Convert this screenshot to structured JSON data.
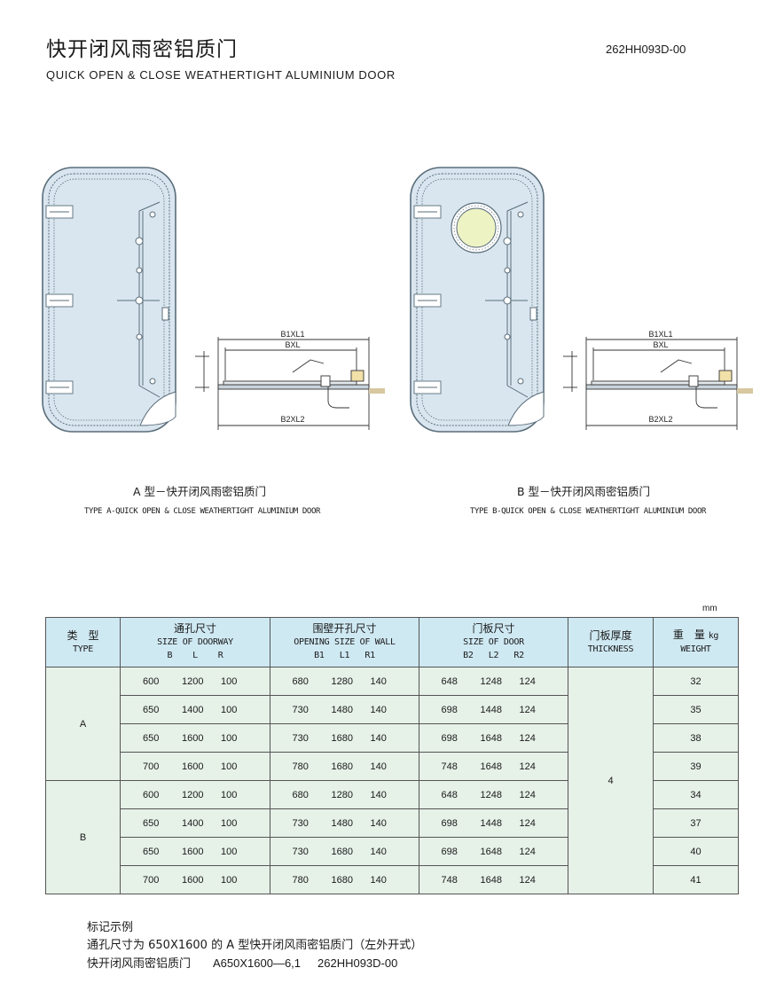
{
  "header": {
    "title_cn": "快开闭风雨密铝质门",
    "title_en": "QUICK OPEN & CLOSE WEATHERTIGHT ALUMINIUM DOOR",
    "drawing_no": "262HH093D-00"
  },
  "figures": {
    "a": {
      "caption_cn": "A 型－快开闭风雨密铝质门",
      "caption_en": "TYPE A-QUICK OPEN & CLOSE WEATHERTIGHT ALUMINIUM DOOR",
      "dim_top": "B1XL1",
      "dim_mid": "BXL",
      "dim_bot": "B2XL2"
    },
    "b": {
      "caption_cn": "B 型－快开闭风雨密铝质门",
      "caption_en": "TYPE B-QUICK OPEN & CLOSE WEATHERTIGHT ALUMINIUM DOOR",
      "dim_top": "B1XL1",
      "dim_mid": "BXL",
      "dim_bot": "B2XL2"
    }
  },
  "table": {
    "unit": "mm",
    "headers": {
      "type": {
        "cn": "类　型",
        "en": "TYPE"
      },
      "doorway": {
        "cn": "通孔尺寸",
        "en": "SIZE OF DOORWAY",
        "sub": [
          "B",
          "L",
          "R"
        ]
      },
      "opening": {
        "cn": "围壁开孔尺寸",
        "en": "OPENING SIZE OF WALL",
        "sub": [
          "B1",
          "L1",
          "R1"
        ]
      },
      "door": {
        "cn": "门板尺寸",
        "en": "SIZE OF DOOR",
        "sub": [
          "B2",
          "L2",
          "R2"
        ]
      },
      "thickness": {
        "cn": "门板厚度",
        "en": "THICKNESS"
      },
      "weight": {
        "cn": "重　量",
        "unit": "kg",
        "en": "WEIGHT"
      }
    },
    "thickness_value": "4",
    "groups": [
      {
        "type": "A",
        "rows": [
          {
            "doorway": [
              "600",
              "1200",
              "100"
            ],
            "opening": [
              "680",
              "1280",
              "140"
            ],
            "door": [
              "648",
              "1248",
              "124"
            ],
            "weight": "32"
          },
          {
            "doorway": [
              "650",
              "1400",
              "100"
            ],
            "opening": [
              "730",
              "1480",
              "140"
            ],
            "door": [
              "698",
              "1448",
              "124"
            ],
            "weight": "35"
          },
          {
            "doorway": [
              "650",
              "1600",
              "100"
            ],
            "opening": [
              "730",
              "1680",
              "140"
            ],
            "door": [
              "698",
              "1648",
              "124"
            ],
            "weight": "38"
          },
          {
            "doorway": [
              "700",
              "1600",
              "100"
            ],
            "opening": [
              "780",
              "1680",
              "140"
            ],
            "door": [
              "748",
              "1648",
              "124"
            ],
            "weight": "39"
          }
        ]
      },
      {
        "type": "B",
        "rows": [
          {
            "doorway": [
              "600",
              "1200",
              "100"
            ],
            "opening": [
              "680",
              "1280",
              "140"
            ],
            "door": [
              "648",
              "1248",
              "124"
            ],
            "weight": "34"
          },
          {
            "doorway": [
              "650",
              "1400",
              "100"
            ],
            "opening": [
              "730",
              "1480",
              "140"
            ],
            "door": [
              "698",
              "1448",
              "124"
            ],
            "weight": "37"
          },
          {
            "doorway": [
              "650",
              "1600",
              "100"
            ],
            "opening": [
              "730",
              "1680",
              "140"
            ],
            "door": [
              "698",
              "1648",
              "124"
            ],
            "weight": "40"
          },
          {
            "doorway": [
              "700",
              "1600",
              "100"
            ],
            "opening": [
              "780",
              "1680",
              "140"
            ],
            "door": [
              "748",
              "1648",
              "124"
            ],
            "weight": "41"
          }
        ]
      }
    ]
  },
  "marking": {
    "heading": "标记示例",
    "line1": "通孔尺寸为 650X1600 的 A 型快开闭风雨密铝质门（左外开式）",
    "line2_name": "快开闭风雨密铝质门",
    "line2_code": "A650X1600—6,1",
    "line2_drawing": "262HH093D-00"
  },
  "colors": {
    "door_fill": "#d9e6ef",
    "door_stroke": "#5a6d7a",
    "header_bg": "#cfe9f3",
    "cell_bg": "#e6f1e8",
    "porthole": "#eef3c4"
  }
}
